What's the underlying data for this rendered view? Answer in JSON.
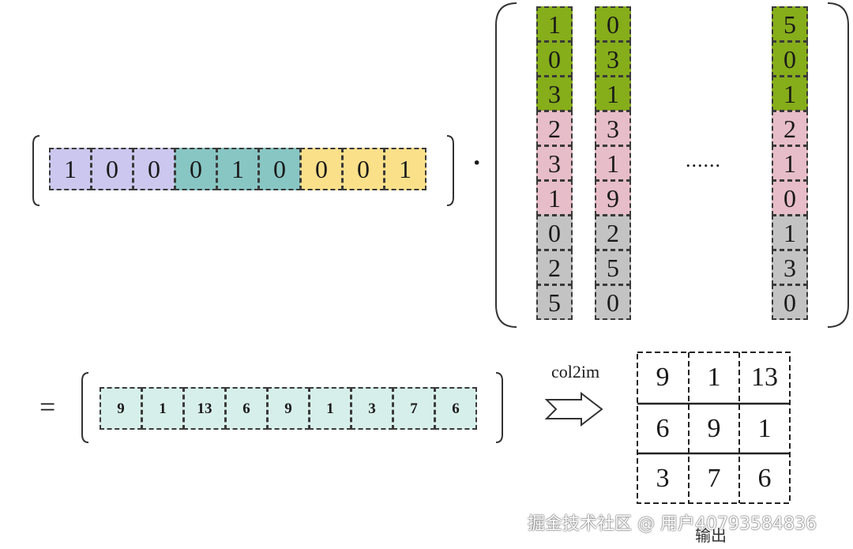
{
  "row_vector": {
    "values": [
      "1",
      "0",
      "0",
      "0",
      "1",
      "0",
      "0",
      "0",
      "1"
    ],
    "colors": [
      "#cbc7ee",
      "#cbc7ee",
      "#cbc7ee",
      "#88c6c4",
      "#88c6c4",
      "#88c6c4",
      "#fbe08a",
      "#fbe08a",
      "#fbe08a"
    ]
  },
  "multiply_dot": "·",
  "matrix": {
    "columns": [
      [
        "1",
        "0",
        "3",
        "2",
        "3",
        "1",
        "0",
        "2",
        "5"
      ],
      [
        "0",
        "3",
        "1",
        "3",
        "1",
        "9",
        "2",
        "5",
        "0"
      ],
      [
        "5",
        "0",
        "1",
        "2",
        "1",
        "0",
        "1",
        "3",
        "0"
      ]
    ],
    "row_colors": [
      "#86ad1a",
      "#86ad1a",
      "#86ad1a",
      "#e6bdc8",
      "#e6bdc8",
      "#e6bdc8",
      "#c3c3c3",
      "#c3c3c3",
      "#c3c3c3"
    ],
    "ellipsis": "......"
  },
  "equals": "=",
  "result_vector": {
    "values": [
      "9",
      "1",
      "13",
      "6",
      "9",
      "1",
      "3",
      "7",
      "6"
    ],
    "color": "#d7efea"
  },
  "arrow_label": "col2im",
  "output_grid": {
    "rows": [
      [
        "9",
        "1",
        "13"
      ],
      [
        "6",
        "9",
        "1"
      ],
      [
        "3",
        "7",
        "6"
      ]
    ],
    "caption": "输出"
  },
  "watermark": "掘金技术社区 @ 用户4079358483​6"
}
